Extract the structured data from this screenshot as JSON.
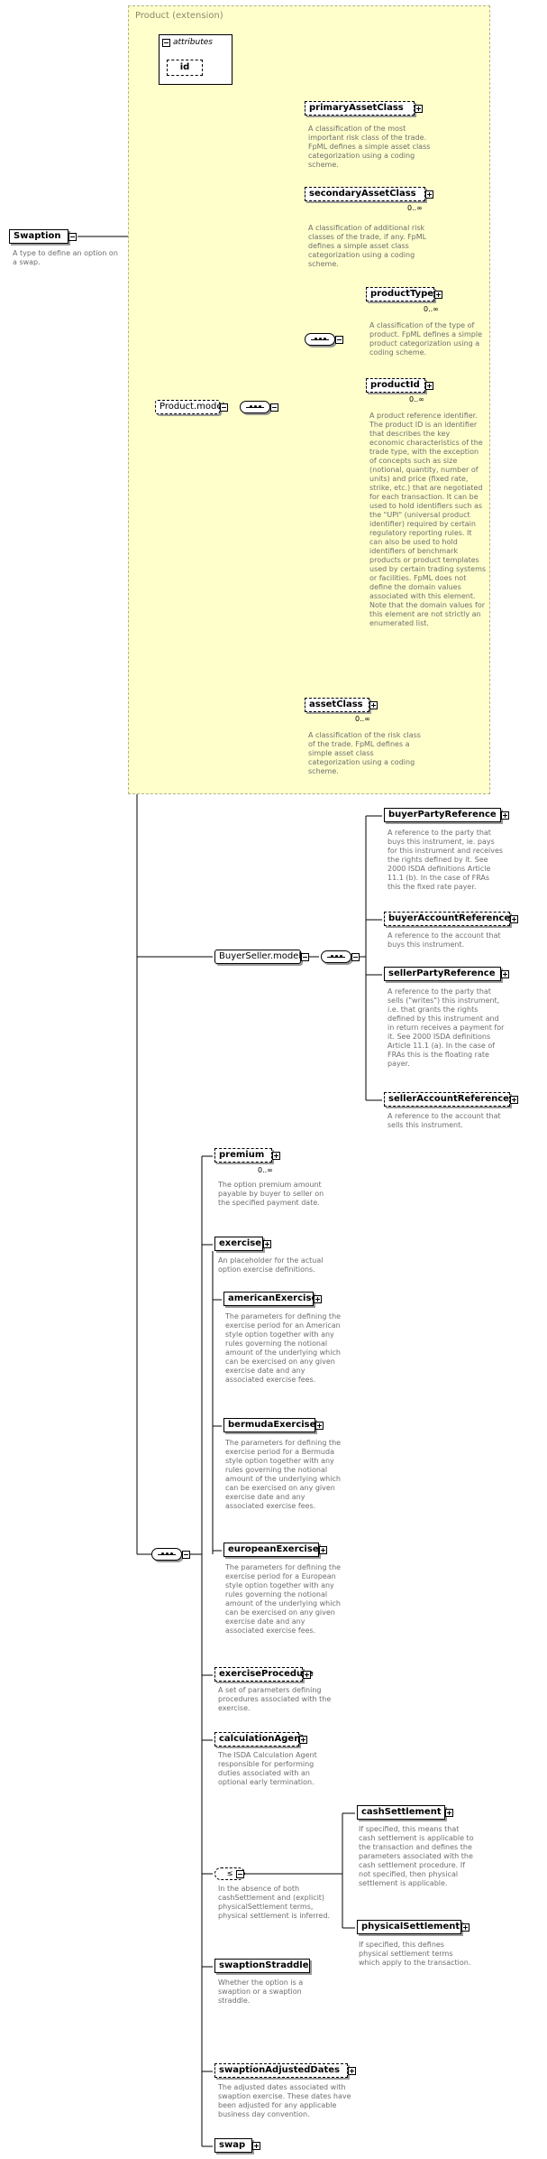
{
  "root": {
    "name": "Swaption",
    "description": "A type to define an option on a swap."
  },
  "extension": {
    "label": "Product (extension)",
    "attributes_label": "attributes",
    "attribute_id": "id",
    "elements": {
      "primaryAssetClass": {
        "name": "primaryAssetClass",
        "description": "A classification of the most important risk class of the trade. FpML defines a simple asset class categorization using a coding scheme."
      },
      "secondaryAssetClass": {
        "name": "secondaryAssetClass",
        "cardinality": "0..∞",
        "description": "A classification of additional risk classes of the trade, if any. FpML defines a simple asset class categorization using a coding scheme."
      },
      "productModel": {
        "name": "Product.model"
      },
      "productType": {
        "name": "productType",
        "cardinality": "0..∞",
        "description": "A classification of the type of product. FpML defines a simple product categorization using a coding scheme."
      },
      "productId": {
        "name": "productId",
        "cardinality": "0..∞",
        "description": "A product reference identifier. The product ID is an identifier that describes the key economic characteristics of the trade type, with the exception of concepts such as size (notional, quantity, number of units) and price (fixed rate, strike, etc.) that are negotiated for each transaction. It can be used to hold identifiers such as the \"UPI\" (universal product identifier) required by certain regulatory reporting rules. It can also be used to hold identifiers of benchmark products or product templates used by certain trading systems or facilities. FpML does not define the domain values associated with this element. Note that the domain values for this element are not strictly an enumerated list."
      },
      "assetClass": {
        "name": "assetClass",
        "cardinality": "0..∞",
        "description": "A classification of the risk class of the trade. FpML defines a simple asset class categorization using a coding scheme."
      }
    }
  },
  "buyerSeller": {
    "model": "BuyerSeller.model",
    "buyerPartyReference": {
      "name": "buyerPartyReference",
      "description": "A reference to the party that buys this instrument, ie. pays for this instrument and receives the rights defined by it. See 2000 ISDA definitions Article 11.1 (b). In the case of FRAs this the fixed rate payer."
    },
    "buyerAccountReference": {
      "name": "buyerAccountReference",
      "description": "A reference to the account that buys this instrument."
    },
    "sellerPartyReference": {
      "name": "sellerPartyReference",
      "description": "A reference to the party that sells (\"writes\") this instrument, i.e. that grants the rights defined by this instrument and in return receives a payment for it. See 2000 ISDA definitions Article 11.1 (a). In the case of FRAs this is the floating rate payer."
    },
    "sellerAccountReference": {
      "name": "sellerAccountReference",
      "description": "A reference to the account that sells this instrument."
    }
  },
  "premium": {
    "name": "premium",
    "cardinality": "0..∞",
    "description": "The option premium amount payable by buyer to seller on the specified payment date."
  },
  "exercise": {
    "name": "exercise",
    "description": "An placeholder for the actual option exercise definitions."
  },
  "americanExercise": {
    "name": "americanExercise",
    "description": "The parameters for defining the exercise period for an American style option together with any rules governing the notional amount of the underlying which can be exercised on any given exercise date and any associated exercise fees."
  },
  "bermudaExercise": {
    "name": "bermudaExercise",
    "description": "The parameters for defining the exercise period for a Bermuda style option together with any rules governing the notional amount of the underlying which can be exercised on any given exercise date and any associated exercise fees."
  },
  "europeanExercise": {
    "name": "europeanExercise",
    "description": "The parameters for defining the exercise period for a European style option together with any rules governing the notional amount of the underlying which can be exercised on any given exercise date and any associated exercise fees."
  },
  "exerciseProcedure": {
    "name": "exerciseProcedure",
    "description": "A set of parameters defining procedures associated with the exercise."
  },
  "calculationAgent": {
    "name": "calculationAgent",
    "description": "The ISDA Calculation Agent responsible for performing duties associated with an optional early termination."
  },
  "settlementChoice": {
    "description": "In the absence of both cashSettlement and (explicit) physicalSettlement terms, physical settlement is inferred."
  },
  "cashSettlement": {
    "name": "cashSettlement",
    "description": "If specified, this means that cash settlement is applicable to the transaction and defines the parameters associated with the cash settlement procedure. If not specified, then physical settlement is applicable."
  },
  "physicalSettlement": {
    "name": "physicalSettlement",
    "description": "If specified, this defines physical settlement terms which apply to the transaction."
  },
  "swaptionStraddle": {
    "name": "swaptionStraddle",
    "description": "Whether the option is a swaption or a swaption straddle."
  },
  "swaptionAdjustedDates": {
    "name": "swaptionAdjustedDates",
    "description": "The adjusted dates associated with swaption exercise. These dates have been adjusted for any applicable business day convention."
  },
  "swap": {
    "name": "swap"
  }
}
